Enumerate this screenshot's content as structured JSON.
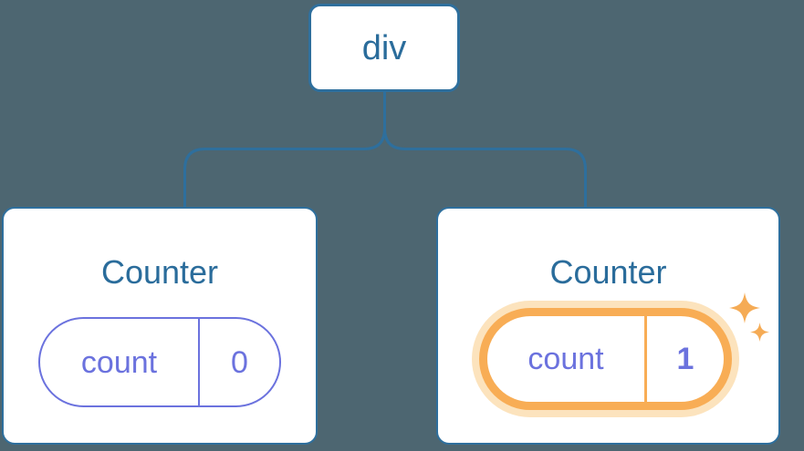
{
  "colors": {
    "background": "#4d6671",
    "line_blue": "#2e6f9d",
    "text_blue": "#2a6c9b",
    "card_bg": "#ffffff",
    "purple": "#6b72de",
    "orange": "#f8ad55",
    "orange_glow": "#fce3bd",
    "sparkle": "#f5ab55"
  },
  "icons": {
    "sparkle_large": "sparkle-icon",
    "sparkle_small": "sparkle-icon"
  },
  "diagram": {
    "root_node": {
      "label": "div"
    },
    "children": [
      {
        "title": "Counter",
        "state": {
          "key": "count",
          "value": "0"
        },
        "highlighted": false
      },
      {
        "title": "Counter",
        "state": {
          "key": "count",
          "value": "1"
        },
        "highlighted": true
      }
    ]
  }
}
